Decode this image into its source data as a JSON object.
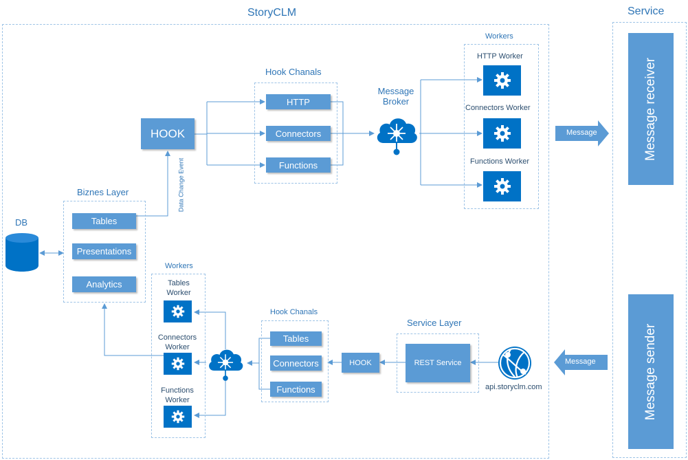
{
  "labels": {
    "storyclm": "StoryCLM",
    "service": "Service",
    "workers_top": "Workers",
    "http_worker": "HTTP Worker",
    "connectors_worker": "Connectors Worker",
    "functions_worker": "Functions Worker",
    "hook_chanals_top": "Hook Chanals",
    "message_broker": "Message\nBroker",
    "hook_top": "HOOK",
    "biznes_layer": "Biznes  Layer",
    "db": "DB",
    "data_change_event": "Data Change Event",
    "workers_bottom": "Workers",
    "tables_worker": "Tables\nWorker",
    "connectors_worker_b": "Connectors\nWorker",
    "functions_worker_b": "Functions\nWorker",
    "hook_chanals_bottom": "Hook Chanals",
    "service_layer": "Service Layer",
    "hook_bottom": "HOOK",
    "rest_service": "REST Service",
    "api_url": "api.storyclm.com",
    "message_receiver": "Message receiver",
    "message_sender": "Message sender",
    "message_top": "Message",
    "message_bottom": "Message"
  },
  "hook_channels_top": [
    "HTTP",
    "Connectors",
    "Functions"
  ],
  "biznes_items": [
    "Tables",
    "Presentations",
    "Analytics"
  ],
  "hook_channels_bottom": [
    "Tables",
    "Connectors",
    "Functions"
  ],
  "colors": {
    "box": "#5b9bd5",
    "icon": "#0072c6",
    "dashed_border": "#9dc3e6",
    "label": "#2e75b6"
  },
  "icons": {
    "worker": "gear-icon",
    "broker": "cloud-hub-icon",
    "db": "database-icon",
    "api": "globe-icon"
  }
}
